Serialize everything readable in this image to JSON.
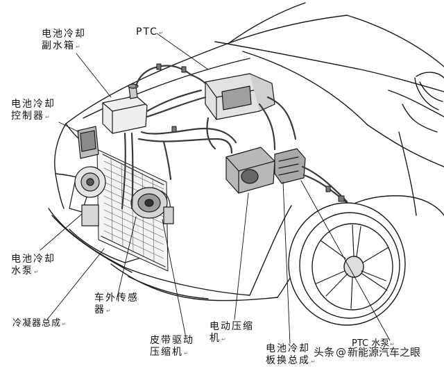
{
  "labels": {
    "battery_cooling_tank": "电池冷却\n副水箱",
    "ptc": "PTC",
    "battery_cooling_controller": "电池冷却\n控制器",
    "battery_cooling_pump": "电池冷却\n水泵",
    "outside_temp_sensor": "车外传感\n器",
    "condenser_assembly": "冷凝器总成",
    "belt_driven_compressor": "皮带驱动\n压缩机",
    "electric_compressor": "电动压缩\n机",
    "battery_chiller_assembly": "电池冷却\n板换总成",
    "ptc_pump": "PTC 水泵"
  },
  "paragraph_mark": "↵",
  "watermark": {
    "prefix": "头条",
    "at": "@",
    "account": "新能源汽车之眼"
  },
  "colors": {
    "line": "#1a1a1a",
    "text": "#111111",
    "background": "#ffffff"
  }
}
